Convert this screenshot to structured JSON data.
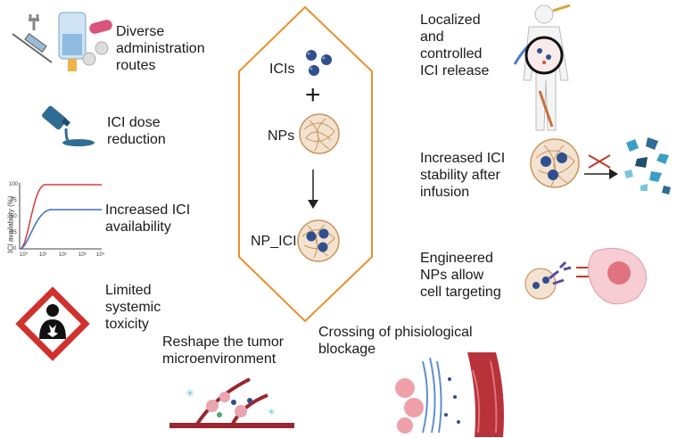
{
  "center": {
    "icis_label": "ICIs",
    "plus_symbol": "+",
    "nps_label": "NPs",
    "np_ici_label": "NP_ICI"
  },
  "left": {
    "admin_routes": "Diverse\nadministration\nroutes",
    "dose_reduction": "ICI dose\nreduction",
    "availability": "Increased ICI\navailability",
    "toxicity": "Limited\nsystemic\ntoxicity"
  },
  "right": {
    "localized_release": "Localized\nand\ncontrolled\nICI release",
    "stability": "Increased ICI\nstability after\ninfusion",
    "targeting": "Engineered\nNPs allow\ncell targeting"
  },
  "bottom": {
    "tumor": "Reshape the tumor\nmicroenvironment",
    "crossing": "Crossing of phisiological\nblockage"
  },
  "mini_chart": {
    "ylabel": "ICI availability (%)",
    "yticks": [
      "100",
      "75",
      "50",
      "25",
      "0"
    ],
    "xticks": [
      "10⁰",
      "10¹",
      "10²",
      "10³",
      "10⁴"
    ]
  },
  "colors": {
    "hexagon": "#e8902c",
    "np_ball": "#2f4f8f",
    "np_shell": "#d7a877",
    "curve_red": "#d63a3a",
    "curve_blue": "#3b6fc9",
    "vessel": "#b8323a",
    "hazard": "#d0312d"
  }
}
